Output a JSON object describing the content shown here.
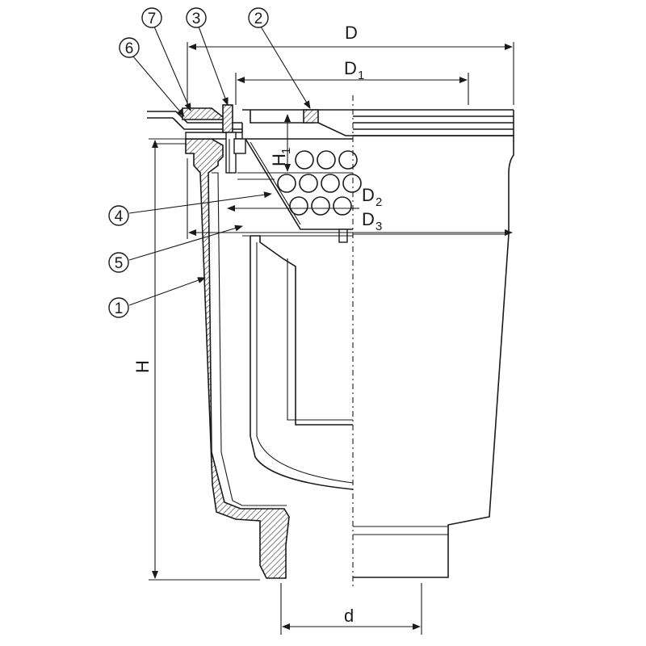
{
  "dimensions": {
    "D": "D",
    "D1_main": "D",
    "D1_sub": "1",
    "D2_main": "D",
    "D2_sub": "2",
    "D3_main": "D",
    "D3_sub": "3",
    "H1_main": "H",
    "H1_sub": "1",
    "H": "H",
    "d": "d"
  },
  "callouts": [
    {
      "label": "7"
    },
    {
      "label": "3"
    },
    {
      "label": "2"
    },
    {
      "label": "6"
    },
    {
      "label": "4"
    },
    {
      "label": "5"
    },
    {
      "label": "1"
    }
  ]
}
